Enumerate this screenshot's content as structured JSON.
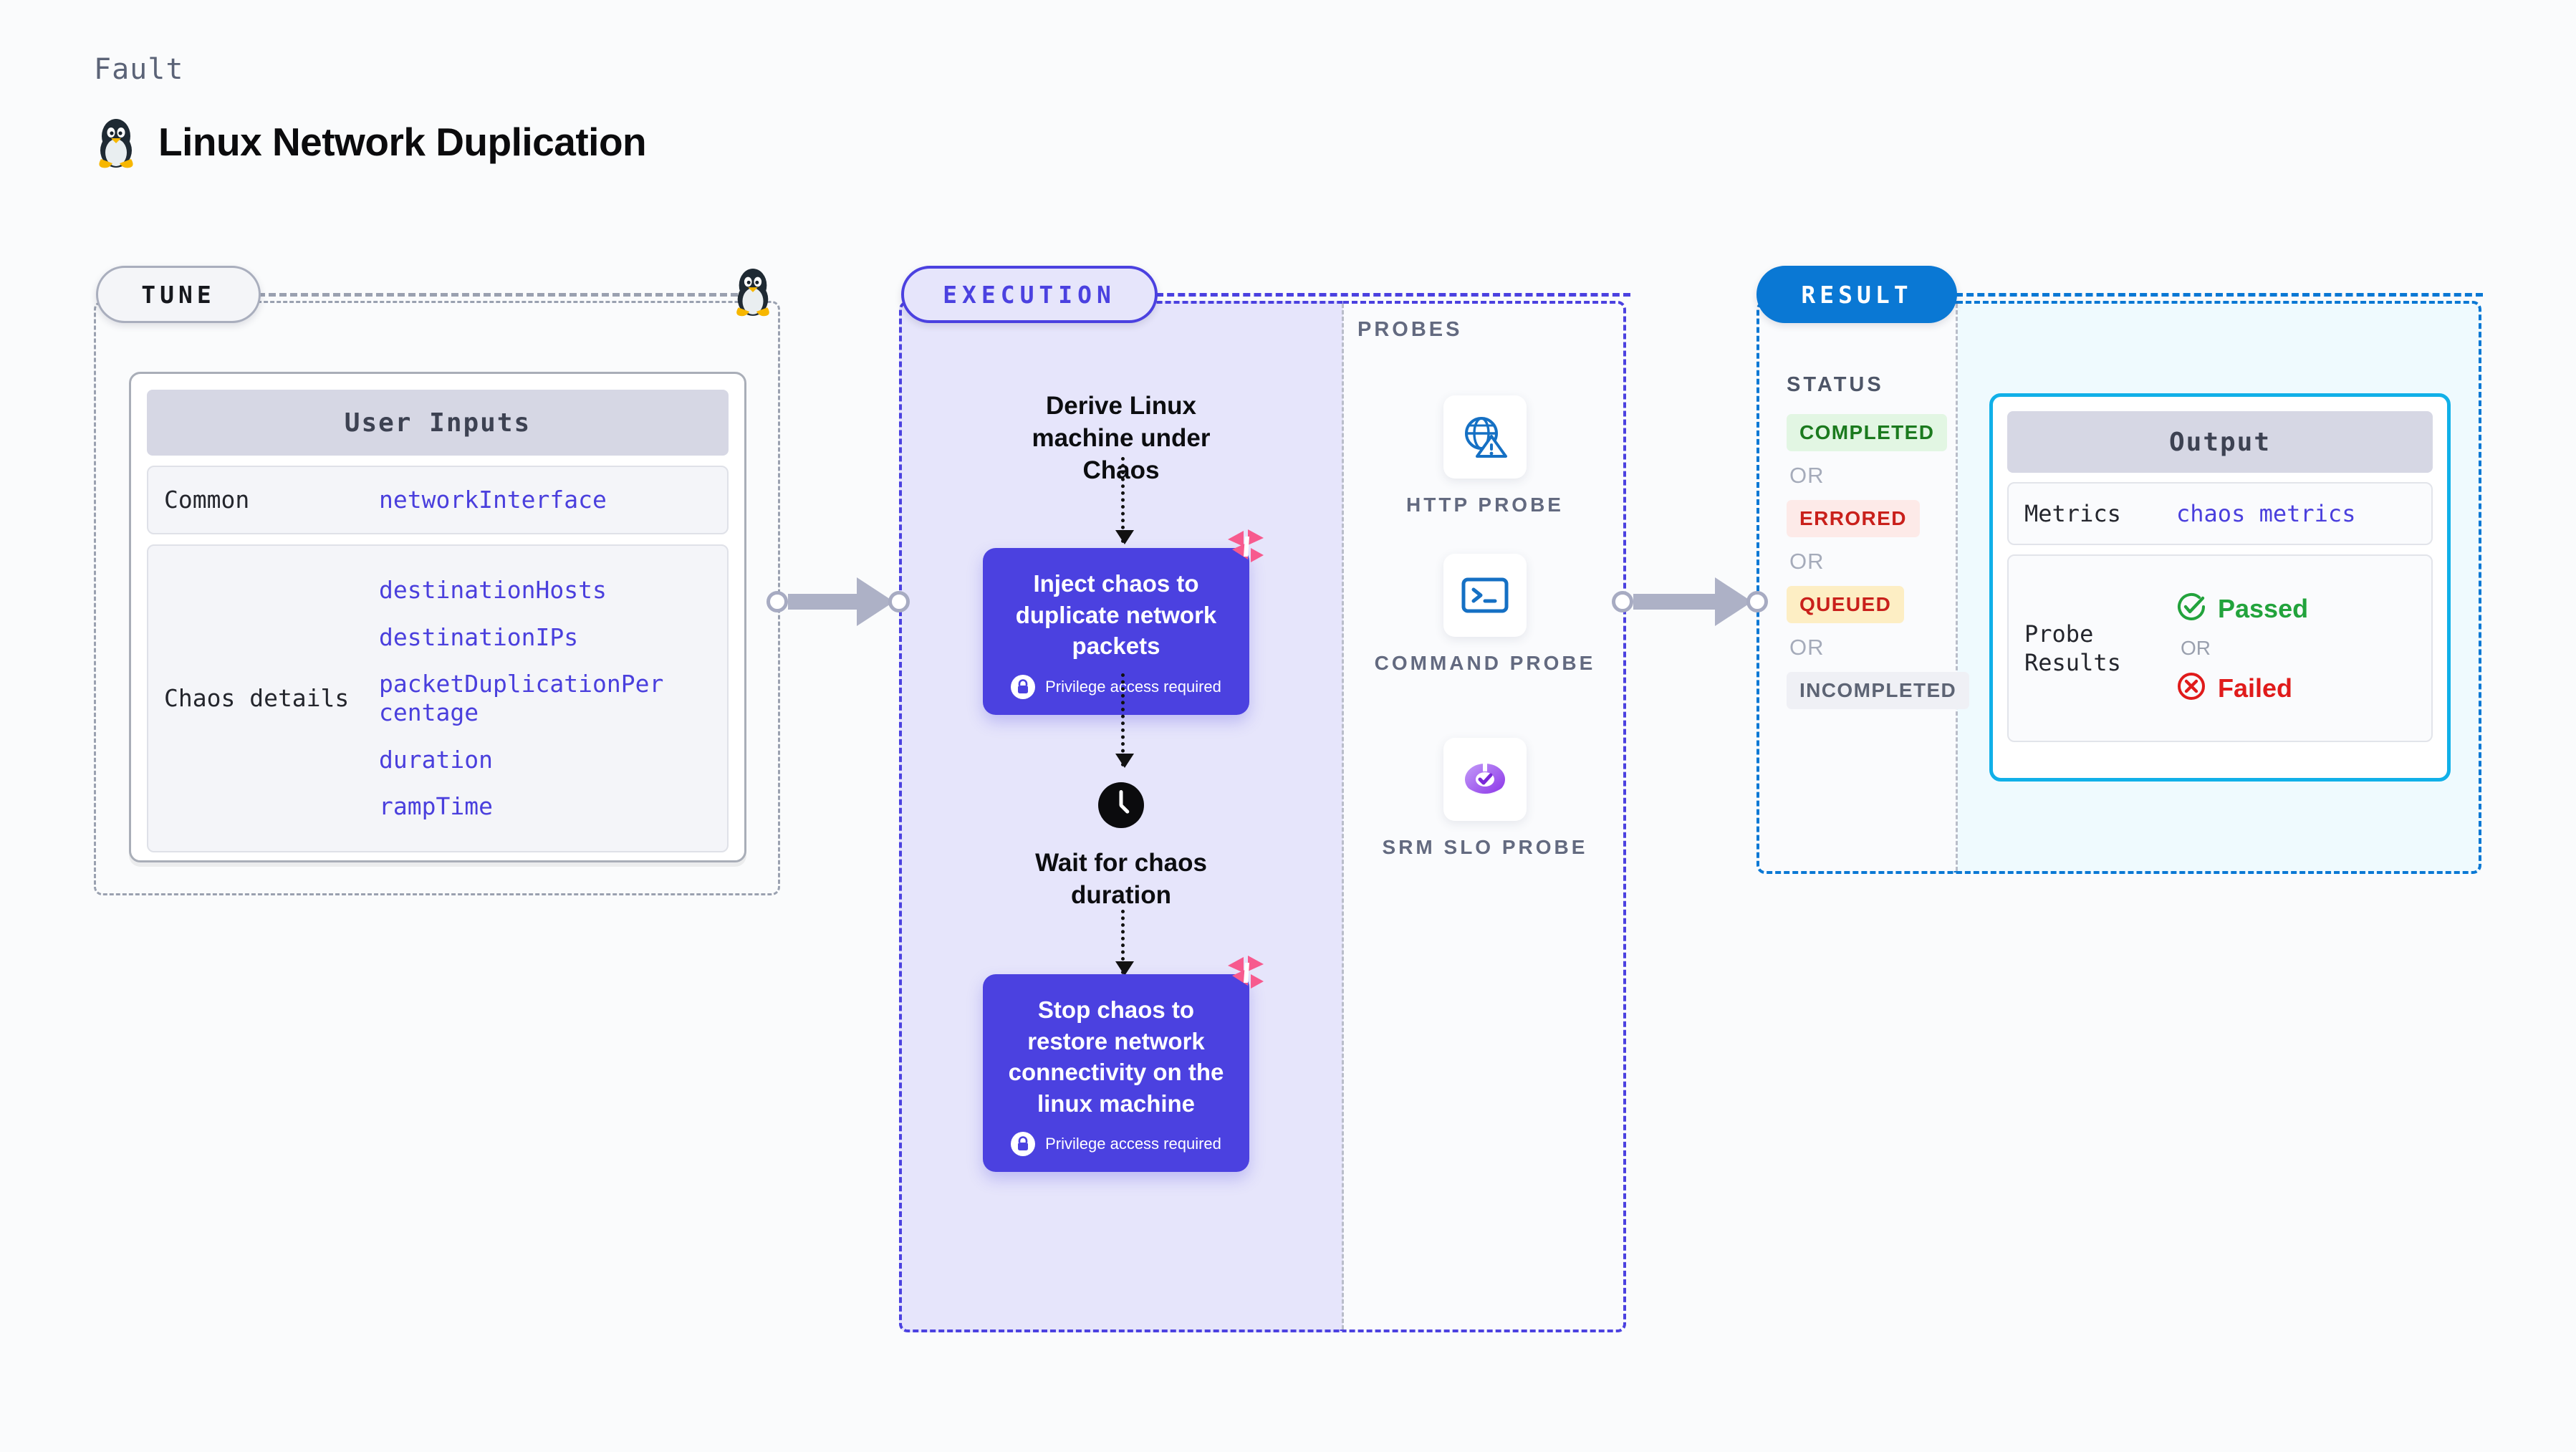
{
  "header": {
    "kicker": "Fault",
    "title": "Linux Network Duplication",
    "icon": "linux-penguin-icon"
  },
  "tune": {
    "badge": "TUNE",
    "card_title": "User Inputs",
    "rows": [
      {
        "label": "Common",
        "values": [
          "networkInterface"
        ]
      },
      {
        "label": "Chaos details",
        "values": [
          "destinationHosts",
          "destinationIPs",
          "packetDuplicationPercentage",
          "duration",
          "rampTime"
        ]
      }
    ]
  },
  "execution": {
    "badge": "EXECUTION",
    "steps": [
      {
        "type": "text",
        "label": "Derive Linux machine under Chaos"
      },
      {
        "type": "box",
        "label": "Inject chaos to duplicate network packets",
        "note": "Privilege access required"
      },
      {
        "type": "clock",
        "label": "Wait for chaos duration"
      },
      {
        "type": "box",
        "label": "Stop chaos to restore network connectivity on the linux machine",
        "note": "Privilege access required"
      }
    ]
  },
  "probes": {
    "title": "PROBES",
    "items": [
      {
        "label": "HTTP PROBE",
        "icon": "globe-warning-icon"
      },
      {
        "label": "COMMAND PROBE",
        "icon": "terminal-icon"
      },
      {
        "label": "SRM SLO PROBE",
        "icon": "slo-donut-check-icon"
      }
    ]
  },
  "result": {
    "badge": "RESULT",
    "status_label": "STATUS",
    "or": "OR",
    "statuses": [
      {
        "text": "COMPLETED",
        "bg": "#e2f6e3",
        "fg": "#1b7a1e"
      },
      {
        "text": "ERRORED",
        "bg": "#fdeae8",
        "fg": "#c9201b"
      },
      {
        "text": "QUEUED",
        "bg": "#fdeec4",
        "fg": "#c9201b"
      },
      {
        "text": "INCOMPLETED",
        "bg": "#eff0f5",
        "fg": "#5d6474"
      }
    ]
  },
  "output": {
    "card_title": "Output",
    "metrics_label": "Metrics",
    "metrics_value": "chaos metrics",
    "probe_results_label": "Probe Results",
    "or": "OR",
    "passed": "Passed",
    "failed": "Failed"
  },
  "colors": {
    "accent_purple": "#4b41e0",
    "accent_blue": "#0a78d4",
    "accent_cyan": "#11b0e8",
    "chaos_pink": "#f75a8e",
    "pass_green": "#22a33c",
    "fail_red": "#e01b1b"
  }
}
